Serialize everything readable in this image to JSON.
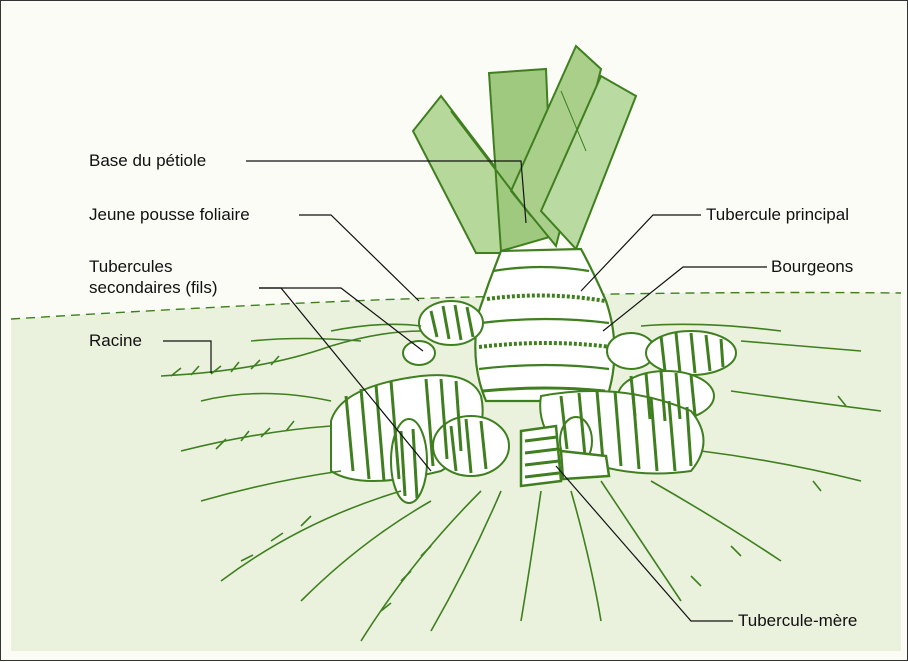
{
  "labels": {
    "base_petiole": "Base du pétiole",
    "jeune_pousse": "Jeune pousse foliaire",
    "tubercules_secondaires_l1": "Tubercules",
    "tubercules_secondaires_l2": "secondaires (fils)",
    "racine": "Racine",
    "tubercule_principal": "Tubercule principal",
    "bourgeons": "Bourgeons",
    "tubercule_mere": "Tubercule-mère"
  },
  "colors": {
    "plant_green": "#3f7f1f",
    "leaf_fill": "#a9cf8a",
    "soil": "#eaf2dd",
    "line": "#111111"
  }
}
